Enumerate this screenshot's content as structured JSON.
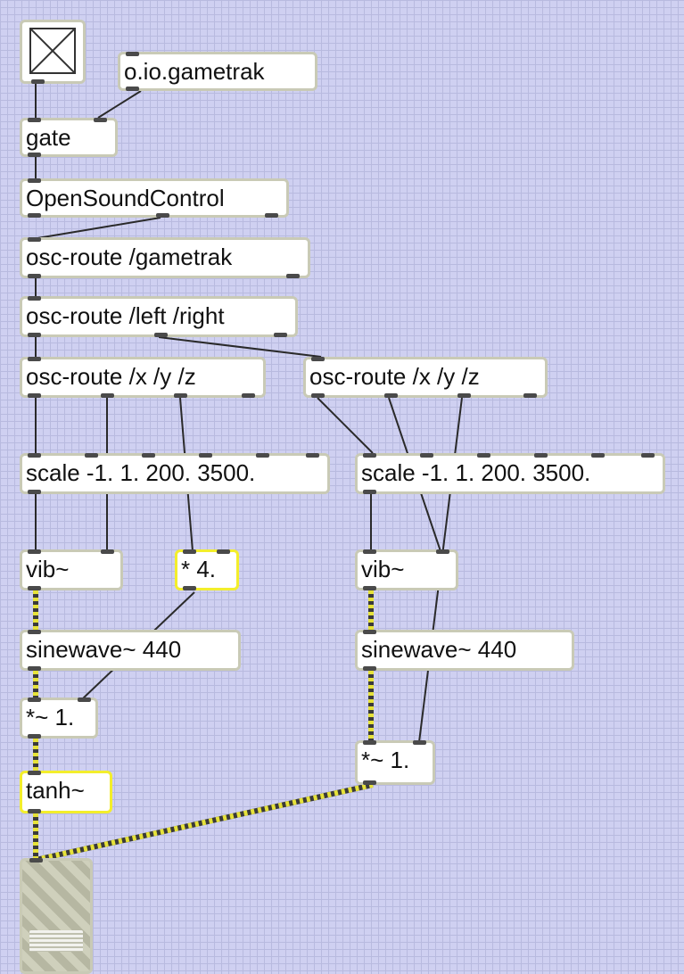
{
  "objects": {
    "gametrak": "o.io.gametrak",
    "gate": "gate",
    "osc": "OpenSoundControl",
    "route_gametrak": "osc-route /gametrak",
    "route_lr": "osc-route /left /right",
    "route_xyz_left": "osc-route /x /y /z",
    "route_xyz_right": "osc-route /x /y /z",
    "scale_left": "scale -1. 1. 200. 3500.",
    "scale_right": "scale -1. 1. 200. 3500.",
    "vib_left": "vib~",
    "vib_right": "vib~",
    "mul4": "* 4.",
    "sine_left": "sinewave~ 440",
    "sine_right": "sinewave~ 440",
    "mul_sig_left": "*~ 1.",
    "mul_sig_right": "*~ 1.",
    "tanh": "tanh~"
  },
  "colors": {
    "canvas_bg": "#cfd0f1",
    "object_border": "#c9cab6",
    "selected_border": "#f3ee2c",
    "signal_cord": "#e6e23a"
  },
  "icons": {
    "toggle": "x-toggle-icon",
    "gain": "gain-slider-icon"
  }
}
